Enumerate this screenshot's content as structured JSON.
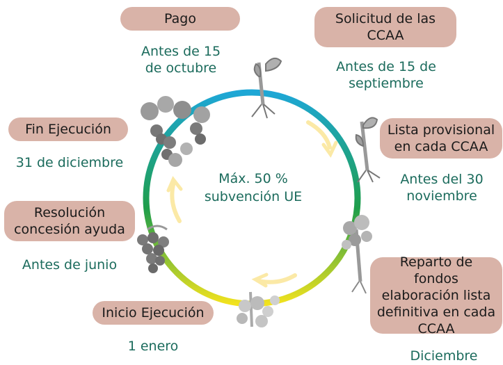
{
  "center": {
    "line1": "Máx. 50 %",
    "line2": "subvención UE"
  },
  "stages": [
    {
      "id": "pago",
      "label": "Pago",
      "date": "Antes de 15\nde octubre"
    },
    {
      "id": "solicitud",
      "label": "Solicitud de las\nCCAA",
      "date": "Antes de 15 de\nseptiembre"
    },
    {
      "id": "lista-provisional",
      "label": "Lista provisional\nen cada CCAA",
      "date": "Antes del 30\nnoviembre"
    },
    {
      "id": "reparto",
      "label": "Reparto de fondos\nelaboración lista\ndefinitiva en cada\nCCAA",
      "date": "Diciembre"
    },
    {
      "id": "inicio",
      "label": "Inicio Ejecución",
      "date": "1 enero"
    },
    {
      "id": "resolucion",
      "label": "Resolución\nconcesión ayuda",
      "date": "Antes de junio"
    },
    {
      "id": "fin",
      "label": "Fin Ejecución",
      "date": "31 de diciembre"
    }
  ],
  "colors": {
    "pill_bg": "#d9b3a8",
    "date_text": "#1b6b5c",
    "ring_top": "#1ea7d6",
    "ring_middle": "#1f9e4a",
    "ring_bottom": "#f2e21e",
    "arrow": "#fbe9a6"
  },
  "icons": [
    "vine-cutting-icon",
    "grape-cluster-icon",
    "vine-plant-icon"
  ]
}
